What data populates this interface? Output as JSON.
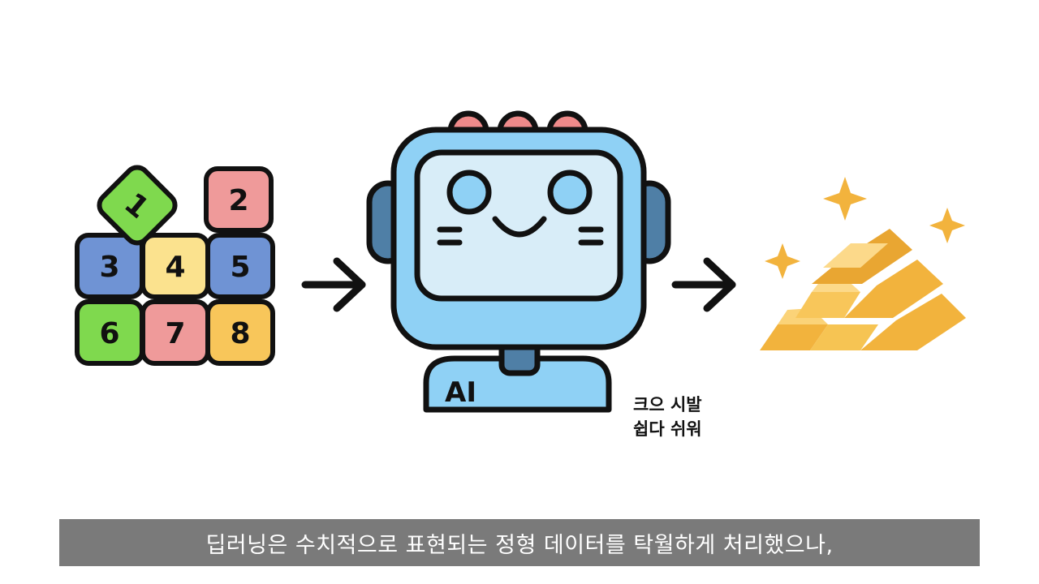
{
  "tiles": {
    "t1": "1",
    "t2": "2",
    "t3": "3",
    "t4": "4",
    "t5": "5",
    "t6": "6",
    "t7": "7",
    "t8": "8"
  },
  "robot": {
    "label": "AI"
  },
  "note": {
    "line1": "크으 시발",
    "line2": "쉽다 쉬워"
  },
  "subtitle": {
    "text": "딥러닝은 수치적으로 표현되는 정형 데이터를 탁월하게 처리했으나,"
  },
  "colors": {
    "subtitle_bar": "#7a7a7a",
    "tile_green": "#7fd94e",
    "tile_blue": "#6f93d4",
    "tile_yellow": "#fbe28e",
    "tile_red": "#ef9a9a",
    "tile_orange": "#f8c65a",
    "robot_body": "#8fd1f5",
    "robot_screen": "#d8edf8",
    "gold": "#f2b33d"
  }
}
